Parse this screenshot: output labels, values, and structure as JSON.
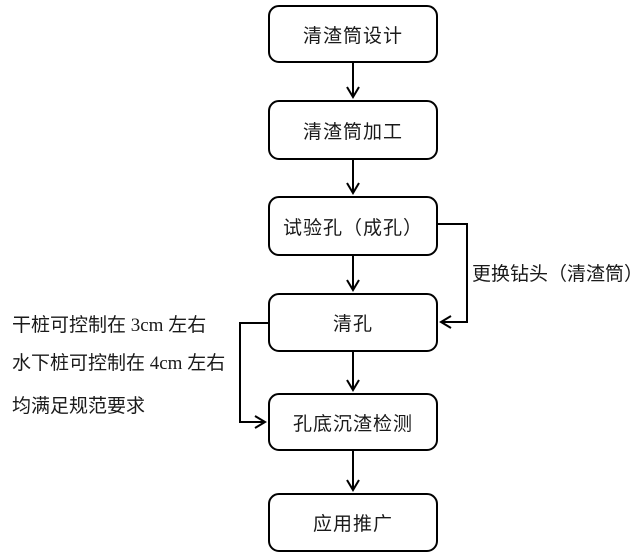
{
  "diagram": {
    "type": "flowchart",
    "nodes": [
      {
        "id": "design",
        "label": "清渣筒设计"
      },
      {
        "id": "fabrication",
        "label": "清渣筒加工"
      },
      {
        "id": "test-hole",
        "label": "试验孔（成孔）"
      },
      {
        "id": "hole-cleaning",
        "label": "清孔"
      },
      {
        "id": "sediment-detection",
        "label": "孔底沉渣检测"
      },
      {
        "id": "application",
        "label": "应用推广"
      }
    ],
    "edges": [
      {
        "from": "design",
        "to": "fabrication",
        "style": "straight-down"
      },
      {
        "from": "fabrication",
        "to": "test-hole",
        "style": "straight-down"
      },
      {
        "from": "test-hole",
        "to": "hole-cleaning",
        "style": "straight-down"
      },
      {
        "from": "hole-cleaning",
        "to": "sediment-detection",
        "style": "straight-down"
      },
      {
        "from": "sediment-detection",
        "to": "application",
        "style": "straight-down"
      },
      {
        "from": "test-hole",
        "to": "hole-cleaning",
        "style": "right-elbow-loop",
        "label": "更换钻头（清渣筒）"
      },
      {
        "from": "hole-cleaning",
        "to": "sediment-detection",
        "style": "left-elbow-bypass"
      }
    ],
    "annotations": {
      "loop_label": "更换钻头（清渣筒）",
      "note_line1": "干桩可控制在 3cm 左右",
      "note_line2": "水下桩可控制在 4cm 左右",
      "note_line3": "均满足规范要求"
    },
    "colors": {
      "background": "#ffffff",
      "line": "#000000",
      "box_border": "#000000",
      "text": "#1a1a1a"
    }
  }
}
